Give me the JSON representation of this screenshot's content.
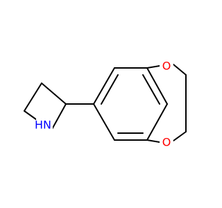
{
  "molecule": {
    "atoms": [
      {
        "id": "O1",
        "label": "O",
        "color": "#ff0000"
      },
      {
        "id": "O4",
        "label": "O",
        "color": "#ff0000"
      },
      {
        "id": "N",
        "label": "N",
        "color": "#0000ff"
      },
      {
        "id": "H",
        "label": "H",
        "color": "#0000ff"
      }
    ]
  }
}
